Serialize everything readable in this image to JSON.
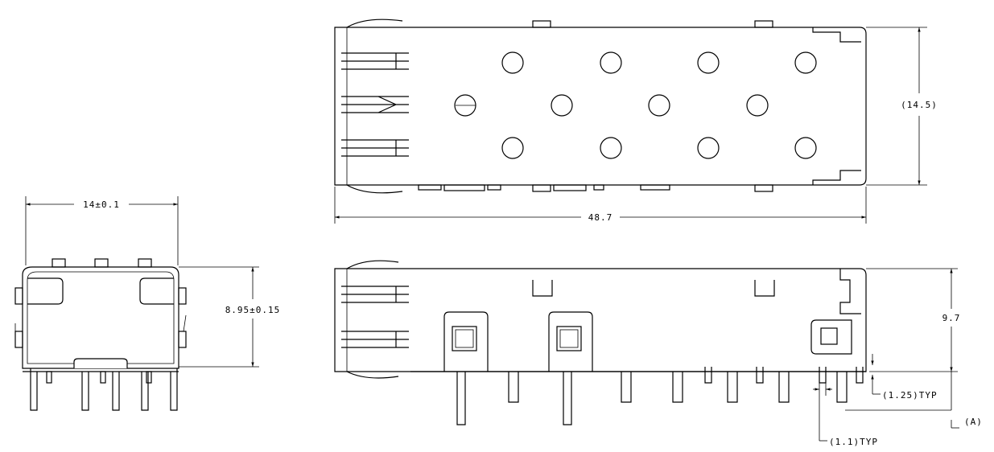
{
  "dimensions": {
    "front_width": "14±0.1",
    "front_height": "8.95±0.15",
    "top_length": "48.7",
    "top_width": "(14.5)",
    "side_height": "9.7",
    "pin_offset": "(1.25)TYP",
    "pin_width": "(1.1)TYP",
    "datum": "(A)"
  }
}
